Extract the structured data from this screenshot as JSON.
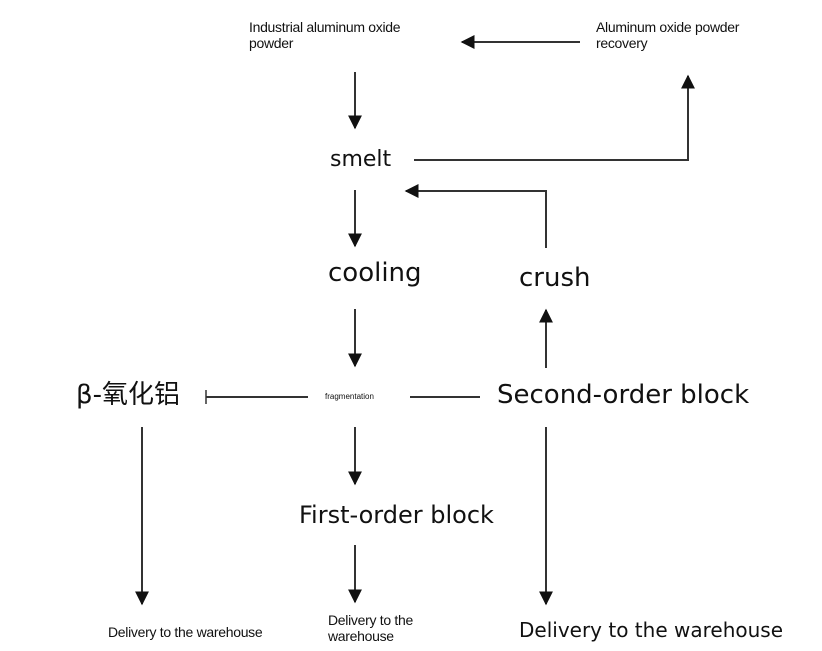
{
  "diagram": {
    "type": "process-flowchart",
    "nodes": {
      "raw_powder": "Industrial aluminum oxide\npowder",
      "recovery": "Aluminum oxide powder\nrecovery",
      "smelt": "smelt",
      "cooling": "cooling",
      "crush": "crush",
      "fragmentation": "fragmentation",
      "beta_alumina": "β-氧化铝",
      "second_order": "Second-order block",
      "first_order": "First-order block",
      "delivery_left": "Delivery to the warehouse",
      "delivery_center": "Delivery to the\nwarehouse",
      "delivery_right": "Delivery to the warehouse"
    },
    "edges": [
      {
        "from": "recovery",
        "to": "raw_powder"
      },
      {
        "from": "raw_powder",
        "to": "smelt"
      },
      {
        "from": "smelt",
        "to": "recovery"
      },
      {
        "from": "crush",
        "to": "smelt"
      },
      {
        "from": "smelt",
        "to": "cooling"
      },
      {
        "from": "cooling",
        "to": "fragmentation"
      },
      {
        "from": "second_order",
        "to": "crush"
      },
      {
        "from": "fragmentation",
        "to": "beta_alumina"
      },
      {
        "from": "fragmentation",
        "to": "second_order"
      },
      {
        "from": "fragmentation",
        "to": "first_order"
      },
      {
        "from": "beta_alumina",
        "to": "delivery_left"
      },
      {
        "from": "first_order",
        "to": "delivery_center"
      },
      {
        "from": "second_order",
        "to": "delivery_right"
      }
    ]
  }
}
